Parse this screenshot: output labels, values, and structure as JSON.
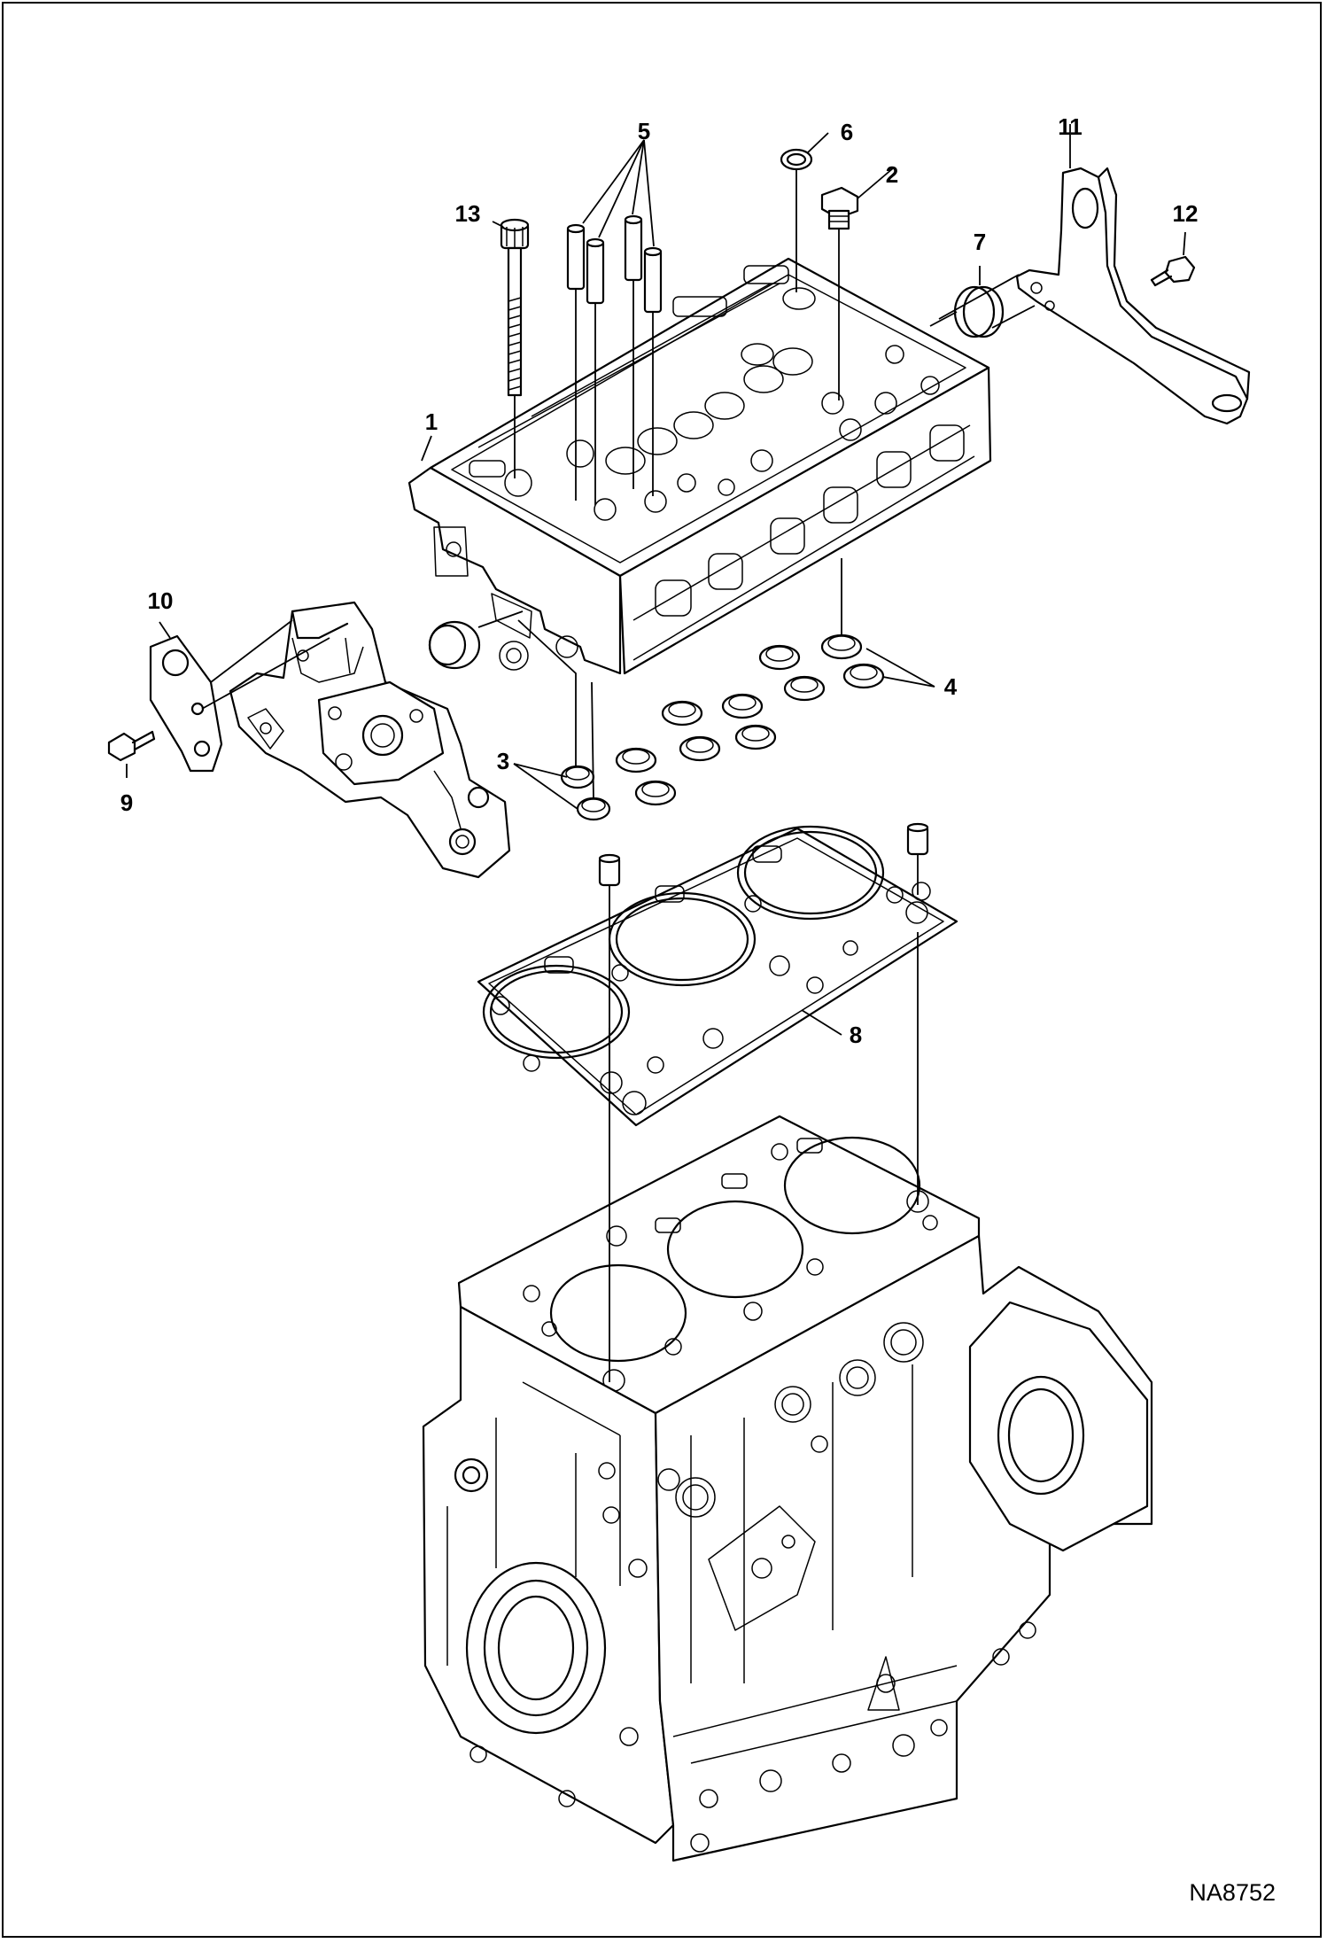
{
  "drawing_id": "NA8752",
  "callouts": [
    {
      "label": "1"
    },
    {
      "label": "2"
    },
    {
      "label": "3"
    },
    {
      "label": "4"
    },
    {
      "label": "5"
    },
    {
      "label": "6"
    },
    {
      "label": "7"
    },
    {
      "label": "8"
    },
    {
      "label": "9"
    },
    {
      "label": "10"
    },
    {
      "label": "11"
    },
    {
      "label": "12"
    },
    {
      "label": "13"
    }
  ]
}
